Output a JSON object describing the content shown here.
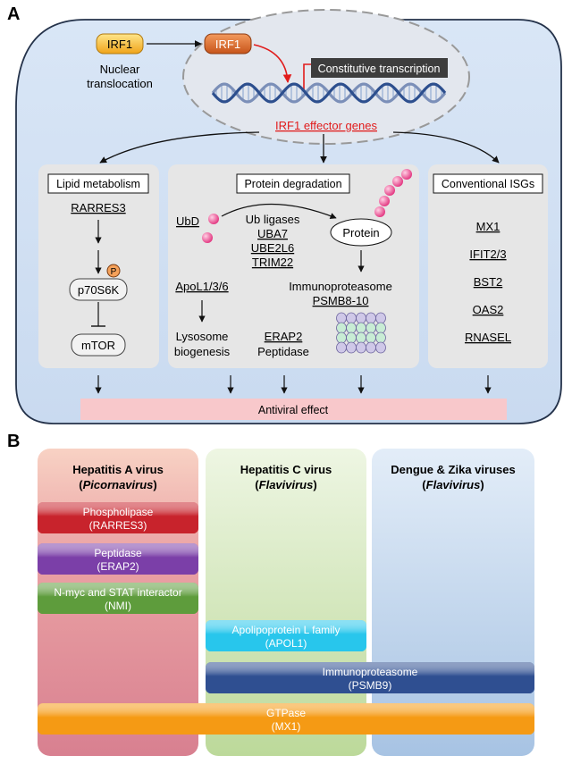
{
  "panel_a": {
    "label": "A",
    "irf1_left": "IRF1",
    "irf1_right": "IRF1",
    "nuclear_translocation": [
      "Nuclear",
      "translocation"
    ],
    "constitutive_transcription": "Constitutive transcription",
    "effector_genes": "IRF1 effector genes",
    "lipid": {
      "title": "Lipid metabolism",
      "gene": "RARRES3",
      "phospho": "P",
      "p70": "p70S6K",
      "mtor": "mTOR"
    },
    "protein": {
      "title": "Protein degradation",
      "ubd": "UbD",
      "ub_ligases": "Ub ligases",
      "ligases": [
        "UBA7",
        "UBE2L6",
        "TRIM22"
      ],
      "protein": "Protein",
      "immunoproteasome": "Immunoproteasome",
      "psmb": "PSMB8-10",
      "apol": "ApoL1/3/6",
      "lysosome": [
        "Lysosome",
        "biogenesis"
      ],
      "erap2": "ERAP2",
      "peptidase": "Peptidase"
    },
    "isgs": {
      "title": "Conventional ISGs",
      "genes": [
        "MX1",
        "IFIT2/3",
        "BST2",
        "OAS2",
        "RNASEL"
      ]
    },
    "antiviral": "Antiviral effect"
  },
  "panel_b": {
    "label": "B",
    "columns": [
      {
        "name": "Hepatitis A virus",
        "family": "Picornavirus",
        "color": "#f3b3a3"
      },
      {
        "name": "Hepatitis C virus",
        "family": "Flavivirus",
        "color": "#c4df9e"
      },
      {
        "name": "Dengue & Zika viruses",
        "family": "Flavivirus",
        "color": "#a9c7e6"
      }
    ],
    "bars": [
      {
        "line1": "Phospholipase",
        "line2": "(RARRES3)",
        "color": "#c8232c"
      },
      {
        "line1": "Peptidase",
        "line2": "(ERAP2)",
        "color": "#7b3fa8"
      },
      {
        "line1": "N-myc and STAT interactor",
        "line2": "(NMI)",
        "color": "#5e9c3c"
      },
      {
        "line1": "Apolipoprotein L family",
        "line2": "(APOL1)",
        "color": "#28c6ec"
      },
      {
        "line1": "Immunoproteasome",
        "line2": "(PSMB9)",
        "color": "#2f4f91"
      },
      {
        "line1": "GTPase",
        "line2": "(MX1)",
        "color": "#f59a14"
      }
    ]
  }
}
